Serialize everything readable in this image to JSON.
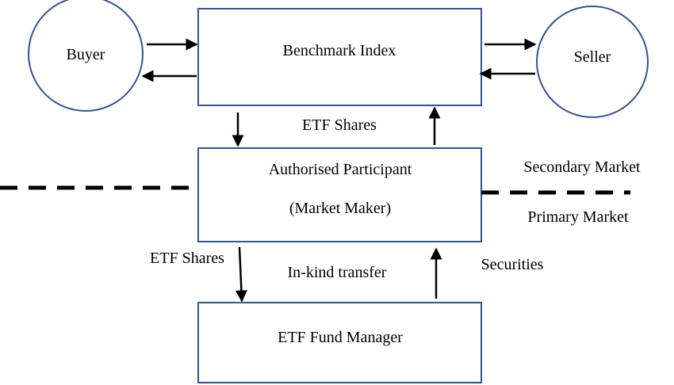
{
  "nodes": {
    "buyer": "Buyer",
    "benchmark_index": "Benchmark Index",
    "seller": "Seller",
    "authorised_participant_line1": "Authorised Participant",
    "authorised_participant_line2": "(Market Maker)",
    "etf_fund_manager": "ETF Fund Manager"
  },
  "labels": {
    "etf_shares_upper": "ETF Shares",
    "secondary_market": "Secondary Market",
    "primary_market": "Primary Market",
    "etf_shares_lower": "ETF Shares",
    "in_kind_transfer": "In-kind transfer",
    "securities": "Securities"
  },
  "colors": {
    "node_border": "#2f5597",
    "arrow": "#000000"
  }
}
